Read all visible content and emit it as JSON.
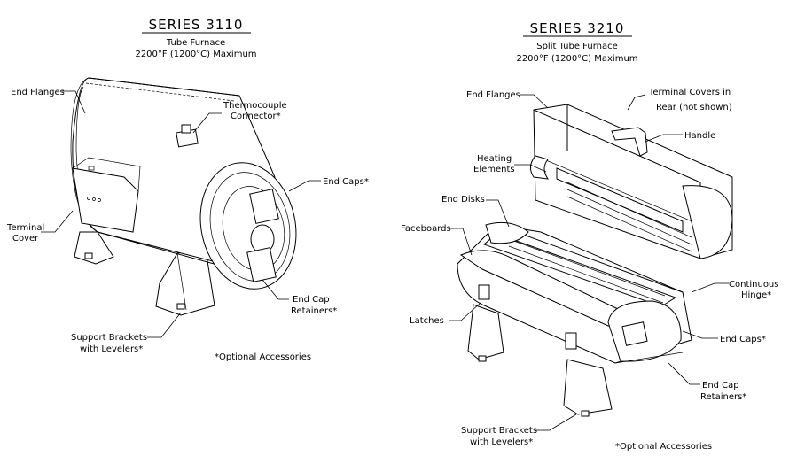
{
  "left": {
    "title": "SERIES 3110",
    "subtitle": "Tube Furnace",
    "rating": "2200°F (1200°C) Maximum",
    "labels": {
      "end_flanges": "End Flanges",
      "thermocouple_1": "Thermocouple",
      "thermocouple_2": "Connector*",
      "end_caps": "End Caps*",
      "terminal_1": "Terminal",
      "terminal_2": "Cover",
      "end_cap_ret_1": "End Cap",
      "end_cap_ret_2": "Retainers*",
      "support_1": "Support Brackets",
      "support_2": "with Levelers*",
      "optional": "*Optional Accessories"
    }
  },
  "right": {
    "title": "SERIES 3210",
    "subtitle": "Split Tube Furnace",
    "rating": "2200°F (1200°C) Maximum",
    "labels": {
      "end_flanges": "End Flanges",
      "terminal_covers_1": "Terminal Covers in",
      "terminal_covers_2": "Rear (not shown)",
      "handle": "Handle",
      "heating_1": "Heating",
      "heating_2": "Elements",
      "end_disks": "End Disks",
      "faceboards": "Faceboards",
      "hinge_1": "Continuous",
      "hinge_2": "Hinge*",
      "latches": "Latches",
      "end_caps": "End Caps*",
      "end_cap_ret_1": "End Cap",
      "end_cap_ret_2": "Retainers*",
      "support_1": "Support Brackets",
      "support_2": "with Levelers*",
      "optional": "*Optional Accessories"
    }
  }
}
